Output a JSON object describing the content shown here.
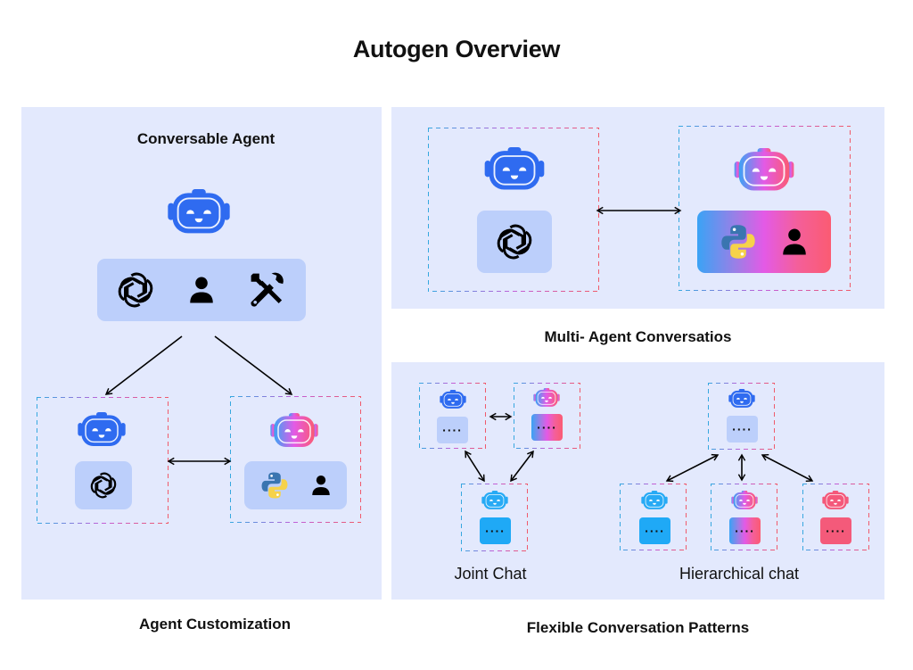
{
  "title": "Autogen Overview",
  "colors": {
    "panel_bg": "#e3e9fd",
    "tile_bg": "#bccffb",
    "robot_blue": "#2f6bf0",
    "robot_sky": "#27aaf5",
    "robot_pink": "#f4587a",
    "gradient": [
      "#3aa3f5",
      "#e35ae6",
      "#fb5b72"
    ],
    "dash_gradient": [
      "#35a8e0",
      "#c25fd8",
      "#f05a6a"
    ]
  },
  "agent_customization": {
    "heading": "Conversable Agent",
    "caption": "Agent Customization",
    "capabilities": [
      "openai-icon",
      "user-icon",
      "tools-icon"
    ],
    "left_agent": {
      "robot": "robot-blue-icon",
      "capabilities": [
        "openai-icon"
      ]
    },
    "right_agent": {
      "robot": "robot-gradient-icon",
      "capabilities": [
        "python-icon",
        "user-icon"
      ]
    }
  },
  "multi_agent": {
    "caption": "Multi- Agent Conversatios",
    "left_agent": {
      "robot": "robot-blue-icon",
      "capabilities": [
        "openai-icon"
      ]
    },
    "right_agent": {
      "robot": "robot-gradient-icon",
      "capabilities": [
        "python-icon",
        "user-icon"
      ]
    }
  },
  "patterns": {
    "caption": "Flexible Conversation Patterns",
    "joint_chat": {
      "label": "Joint Chat",
      "message": "····",
      "agents": [
        "blue",
        "gradient",
        "sky"
      ]
    },
    "hierarchical_chat": {
      "label": "Hierarchical chat",
      "message": "····",
      "agents": [
        "blue",
        "sky",
        "gradient",
        "pink"
      ]
    }
  }
}
